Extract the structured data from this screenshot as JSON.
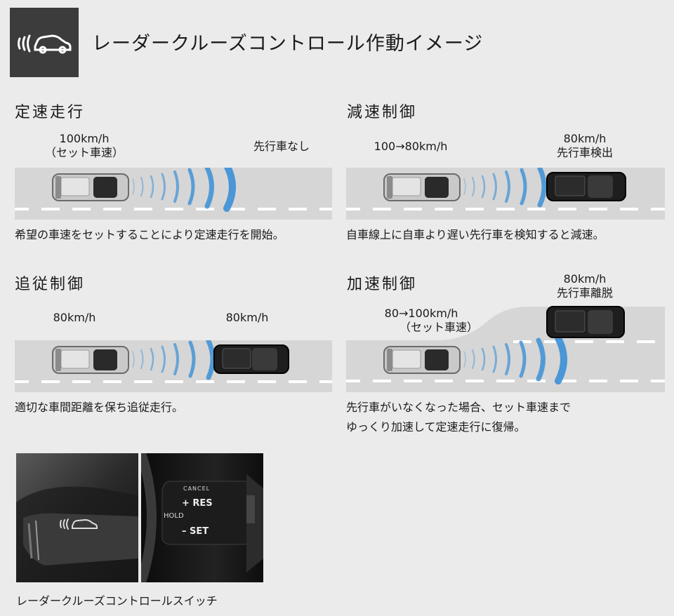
{
  "header": {
    "icon": "radar-cruise-icon",
    "title": "レーダークルーズコントロール作動イメージ"
  },
  "scenarios": {
    "constant": {
      "title": "定速走行",
      "own_speed": "100km/h",
      "own_note": "（セット車速）",
      "lead_label": "先行車なし",
      "description": "希望の車速をセットすることにより定速走行を開始。"
    },
    "decel": {
      "title": "減速制御",
      "own_speed": "100→80km/h",
      "lead_speed": "80km/h",
      "lead_label": "先行車検出",
      "description": "自車線上に自車より遅い先行車を検知すると減速。"
    },
    "follow": {
      "title": "追従制御",
      "own_speed": "80km/h",
      "lead_speed": "80km/h",
      "description": "適切な車間距離を保ち追従走行。"
    },
    "accel": {
      "title": "加速制御",
      "own_speed": "80→100km/h",
      "own_note": "（セット車速）",
      "lead_speed": "80km/h",
      "lead_label": "先行車離脱",
      "description_line1": "先行車がいなくなった場合、セット車速まで",
      "description_line2": "ゆっくり加速して定速走行に復帰。"
    }
  },
  "switch_panel": {
    "labels": {
      "cancel": "CANCEL",
      "res": "+ RES",
      "hold": "HOLD",
      "set": "– SET"
    },
    "caption": "レーダークルーズコントロールスイッチ"
  },
  "colors": {
    "background": "#ebebeb",
    "road": "#d6d6d6",
    "lane_marks": "#ffffff",
    "radar_wave": "#3b8fd6",
    "header_box": "#3c3c3c"
  }
}
